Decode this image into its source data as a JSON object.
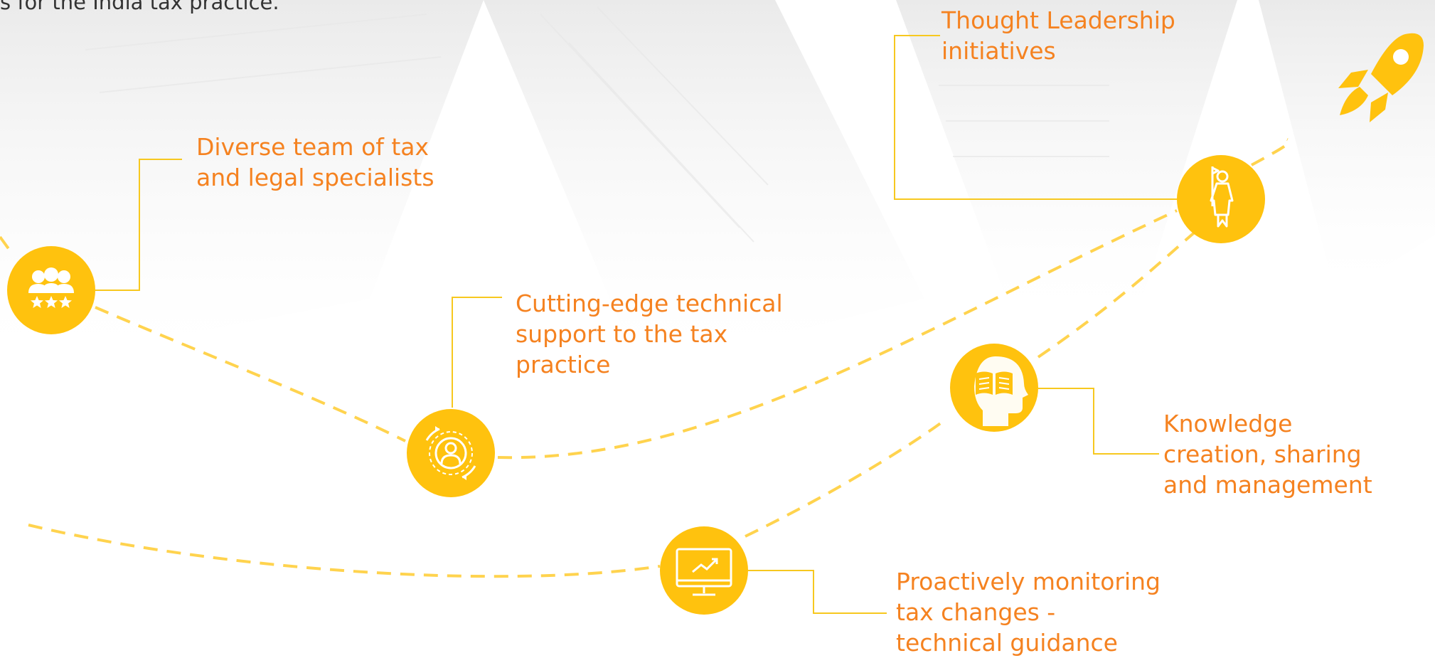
{
  "intro_text": "s for the India tax practice.",
  "colors": {
    "accent": "#FFC20E",
    "label": "#F58220",
    "connector": "#F7C81F",
    "path": "#FFD34E"
  },
  "nodes": [
    {
      "id": "team",
      "icon": "team-stars-icon",
      "lines": [
        "Diverse team of tax",
        "and legal specialists"
      ]
    },
    {
      "id": "support",
      "icon": "gear-person-icon",
      "lines": [
        "Cutting-edge technical",
        "support to the tax",
        "practice"
      ]
    },
    {
      "id": "monitoring",
      "icon": "monitor-chart-icon",
      "lines": [
        "Proactively monitoring",
        "tax changes -",
        "technical guidance"
      ]
    },
    {
      "id": "knowledge",
      "icon": "book-head-icon",
      "lines": [
        "Knowledge",
        "creation, sharing",
        "and management"
      ]
    },
    {
      "id": "leadership",
      "icon": "leader-flag-icon",
      "lines": [
        "Thought Leadership",
        "initiatives"
      ]
    }
  ],
  "end_icon": "rocket-icon"
}
